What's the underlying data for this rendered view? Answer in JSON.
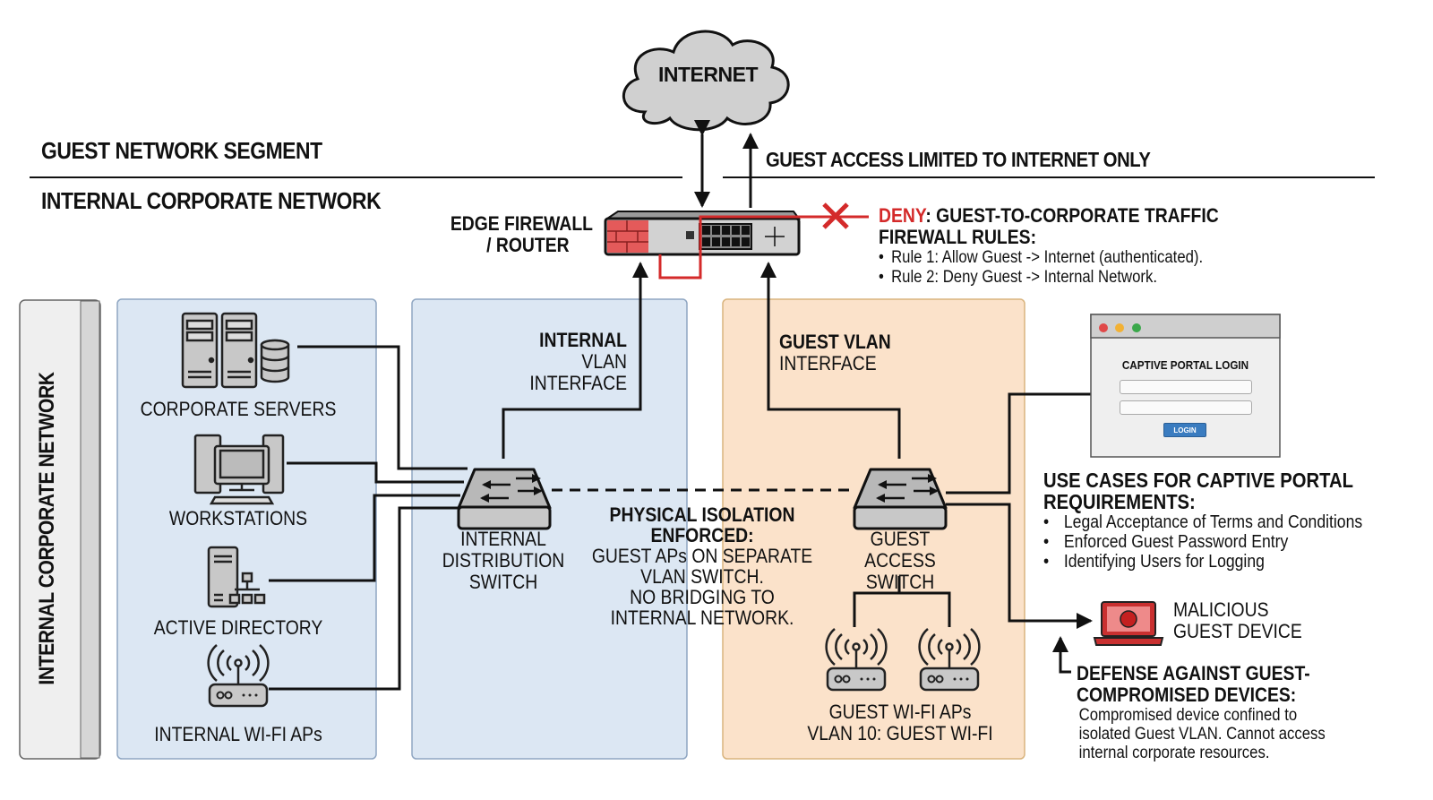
{
  "internet": {
    "label": "INTERNET"
  },
  "segments": {
    "guest": "GUEST NETWORK SEGMENT",
    "internal": "INTERNAL CORPORATE NETWORK",
    "guest_limit_note": "GUEST ACCESS LIMITED TO INTERNET ONLY"
  },
  "sidebar": {
    "label": "INTERNAL CORPORATE NETWORK"
  },
  "firewall": {
    "label_line1": "EDGE FIREWALL",
    "label_line2": "/ ROUTER",
    "deny_prefix": "DENY",
    "deny_text": ": GUEST-TO-CORPORATE TRAFFIC",
    "rules_title": "FIREWALL RULES:",
    "rules": [
      "Rule 1: Allow Guest -> Internet (authenticated).",
      "Rule 2: Deny Guest -> Internal Network."
    ]
  },
  "internal_zone": {
    "devices": [
      {
        "name": "CORPORATE SERVERS",
        "icon": "server-icon"
      },
      {
        "name": "WORKSTATIONS",
        "icon": "workstation-icon"
      },
      {
        "name": "ACTIVE DIRECTORY",
        "icon": "directory-icon"
      },
      {
        "name": "INTERNAL WI-FI APs",
        "icon": "wifi-ap-icon"
      }
    ],
    "switch": {
      "line1": "INTERNAL",
      "line2": "DISTRIBUTION",
      "line3": "SWITCH"
    },
    "vlan_interface": {
      "line1": "INTERNAL",
      "line2": "VLAN",
      "line3": "INTERFACE"
    }
  },
  "isolation": {
    "title_line1": "PHYSICAL ISOLATION",
    "title_line2": "ENFORCED:",
    "body": [
      "GUEST APs ON SEPARATE",
      "VLAN SWITCH.",
      "NO BRIDGING TO",
      "INTERNAL NETWORK."
    ]
  },
  "guest_zone": {
    "vlan_interface": {
      "line1": "GUEST VLAN",
      "line2": "INTERFACE"
    },
    "switch": {
      "line1": "GUEST ACCESS",
      "line2": "SWITCH"
    },
    "aps": {
      "line1": "GUEST WI-FI APs",
      "line2": "VLAN 10: GUEST WI-FI"
    }
  },
  "captive_portal": {
    "title": "CAPTIVE PORTAL LOGIN",
    "username_value": "",
    "password_value": "",
    "login_button": "LOGIN",
    "window_colors": {
      "close": "#e04848",
      "minimize": "#f2b134",
      "maximize": "#3aa84a"
    },
    "button_color": "#3a7cc0"
  },
  "use_cases": {
    "title_line1": "USE CASES FOR CAPTIVE PORTAL",
    "title_line2": "REQUIREMENTS:",
    "items": [
      "Legal Acceptance of Terms and Conditions",
      "Enforced Guest Password Entry",
      "Identifying Users for Logging"
    ]
  },
  "malicious": {
    "line1": "MALICIOUS",
    "line2": "GUEST DEVICE"
  },
  "defense": {
    "title_line1": "DEFENSE AGAINST GUEST-",
    "title_line2": "COMPROMISED DEVICES:",
    "body": [
      "Compromised device confined to",
      "isolated Guest VLAN. Cannot access",
      "internal corporate resources."
    ]
  },
  "colors": {
    "deny_red": "#d42a2a",
    "internal_fill": "#dde8f4",
    "guest_fill": "#fbe1c8"
  }
}
